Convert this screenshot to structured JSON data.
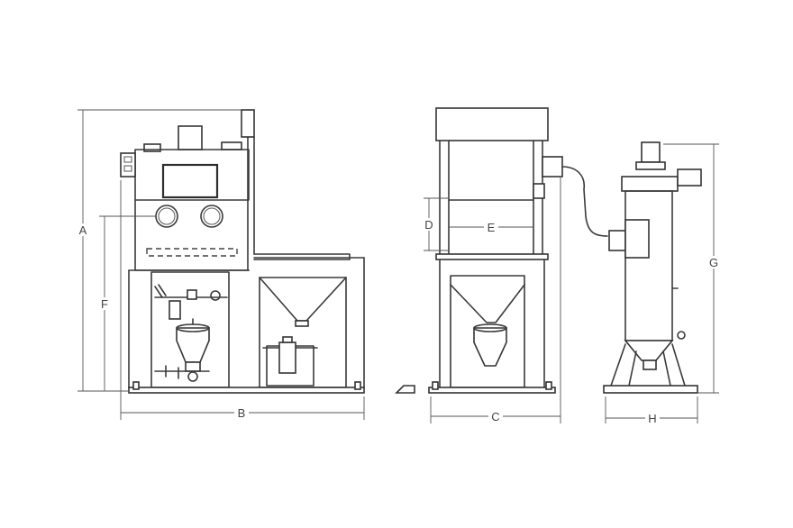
{
  "dimension_labels": {
    "a": "A",
    "b": "B",
    "c": "C",
    "d": "D",
    "e": "E",
    "f": "F",
    "g": "G",
    "h": "H"
  }
}
